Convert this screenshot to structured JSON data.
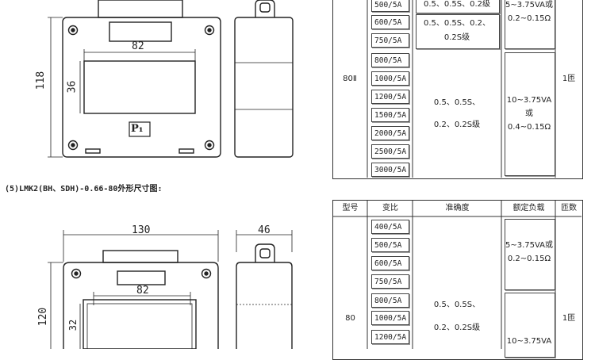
{
  "table1": {
    "model": "80Ⅱ",
    "ratios": [
      "500/5A",
      "600/5A",
      "750/5A",
      "800/5A",
      "1000/5A",
      "1200/5A",
      "1500/5A",
      "2000/5A",
      "2500/5A",
      "3000/5A"
    ],
    "acc_row1": "0.5、0.5S、0.2级",
    "acc_row2a": "0.5、0.5S、0.2、",
    "acc_row2b": "0.2S级",
    "acc_main_a": "0.5、0.5S、",
    "acc_main_b": "0.2、0.2S级",
    "load_top_a": "5~3.75VA或",
    "load_top_b": "0.2~0.15Ω",
    "load_main_a": "10~3.75VA",
    "load_main_b": "或",
    "load_main_c": "0.4~0.15Ω",
    "turns": "1匝"
  },
  "caption": "(5)LMK2(BH、SDH)-0.66-80外形尺寸图:",
  "drawing1": {
    "dim_width": "82",
    "dim_height": "118",
    "dim_window": "36",
    "mark": "P₁"
  },
  "drawing2": {
    "dim_width": "130",
    "dim_depth": "46",
    "dim_window_w": "82",
    "dim_height": "120",
    "dim_window_h": "32"
  },
  "table2": {
    "headers": [
      "型号",
      "变比",
      "准确度",
      "额定负载",
      "匝数"
    ],
    "model": "80",
    "ratios": [
      "400/5A",
      "500/5A",
      "600/5A",
      "750/5A",
      "800/5A",
      "1000/5A",
      "1200/5A"
    ],
    "acc_a": "0.5、0.5S、",
    "acc_b": "0.2、0.2S级",
    "load_top_a": "5~3.75VA或",
    "load_top_b": "0.2~0.15Ω",
    "load_bottom": "10~3.75VA",
    "turns": "1匝"
  }
}
